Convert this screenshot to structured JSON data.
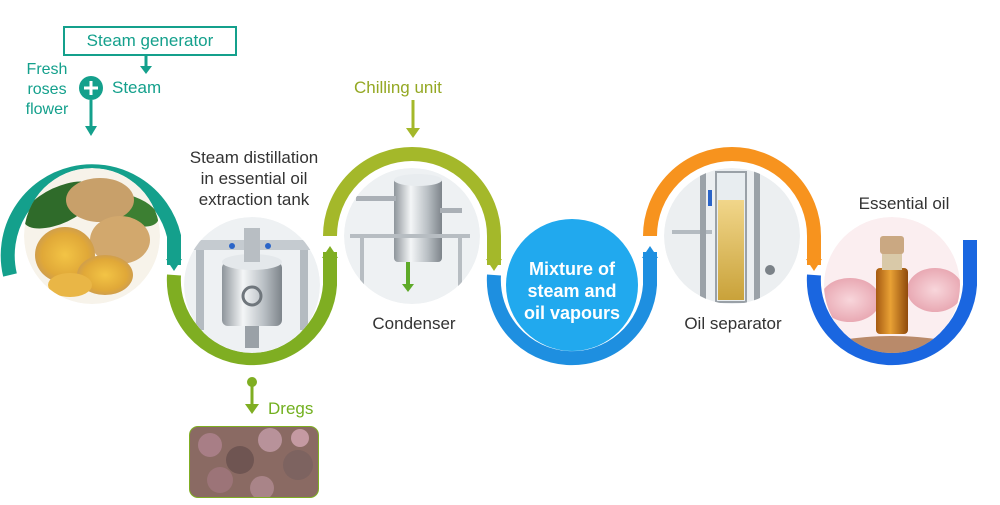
{
  "labels": {
    "steam_generator": "Steam generator",
    "fresh_roses_flower": [
      "Fresh",
      "roses",
      "flower"
    ],
    "steam": "Steam",
    "chilling_unit": "Chilling unit",
    "extraction_tank": [
      "Steam distillation",
      "in essential oil",
      "extraction tank"
    ],
    "condenser": "Condenser",
    "mixture": [
      "Mixture of",
      "steam and",
      "oil vapours"
    ],
    "oil_separator": "Oil separator",
    "essential_oil": "Essential oil",
    "dregs": "Dregs"
  },
  "colors": {
    "teal": "#14a08c",
    "olive": "#94a823",
    "green": "#72b01f",
    "light_green": "#8cc63e",
    "blue": "#1e8fe0",
    "cyan": "#21a9ee",
    "orange": "#f7931e",
    "royal_blue": "#1a66e0"
  },
  "icons": {
    "plus": "plus-circle-icon",
    "ginger": "ginger-photo",
    "tank": "extraction-tank-photo",
    "condenser": "condenser-photo",
    "separator": "oil-separator-photo",
    "bottle": "essential-oil-bottle-photo",
    "dregs": "dregs-photo"
  }
}
